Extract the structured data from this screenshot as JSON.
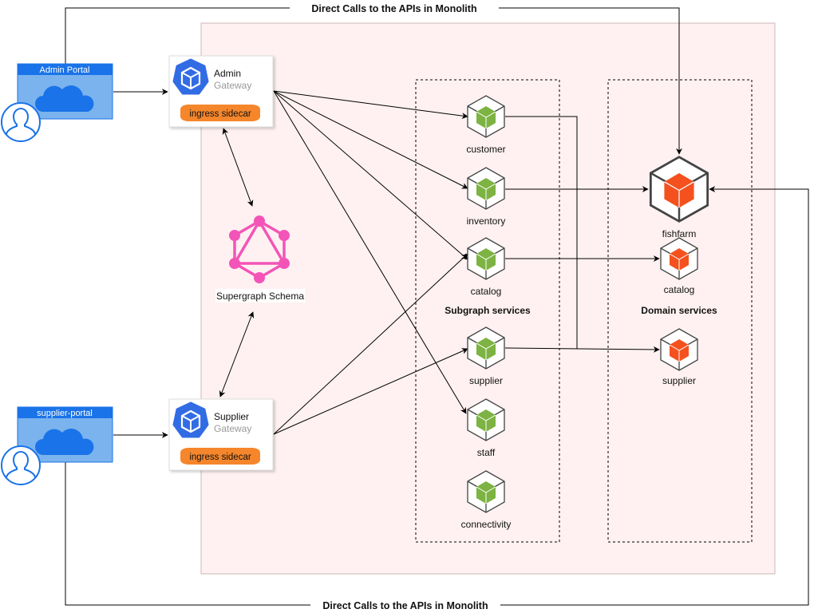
{
  "edge_labels": {
    "top": "Direct Calls to the APIs in Monolith",
    "bottom": "Direct Calls to the APIs in Monolith"
  },
  "portals": {
    "admin": {
      "title": "Admin Portal"
    },
    "supplier": {
      "title": "supplier-portal"
    }
  },
  "gateways": {
    "admin": {
      "name": "Admin",
      "type": "Gateway",
      "sidecar": "ingress sidecar"
    },
    "supplier": {
      "name": "Supplier",
      "type": "Gateway",
      "sidecar": "ingress sidecar"
    }
  },
  "schema": {
    "label": "Supergraph Schema"
  },
  "subgraph": {
    "title": "Subgraph services",
    "services": [
      "customer",
      "inventory",
      "catalog",
      "supplier",
      "staff",
      "connectivity"
    ]
  },
  "domain": {
    "title": "Domain services",
    "monolith": "fishfarm",
    "services": [
      "catalog",
      "supplier"
    ]
  },
  "colors": {
    "cluster_bg": "#fff1f1",
    "portal_blue": "#1a73e8",
    "sidecar_orange": "#f5862b",
    "graphql_pink": "#f354b8",
    "subgraph_green": "#7cb342",
    "domain_red": "#f4511e"
  }
}
